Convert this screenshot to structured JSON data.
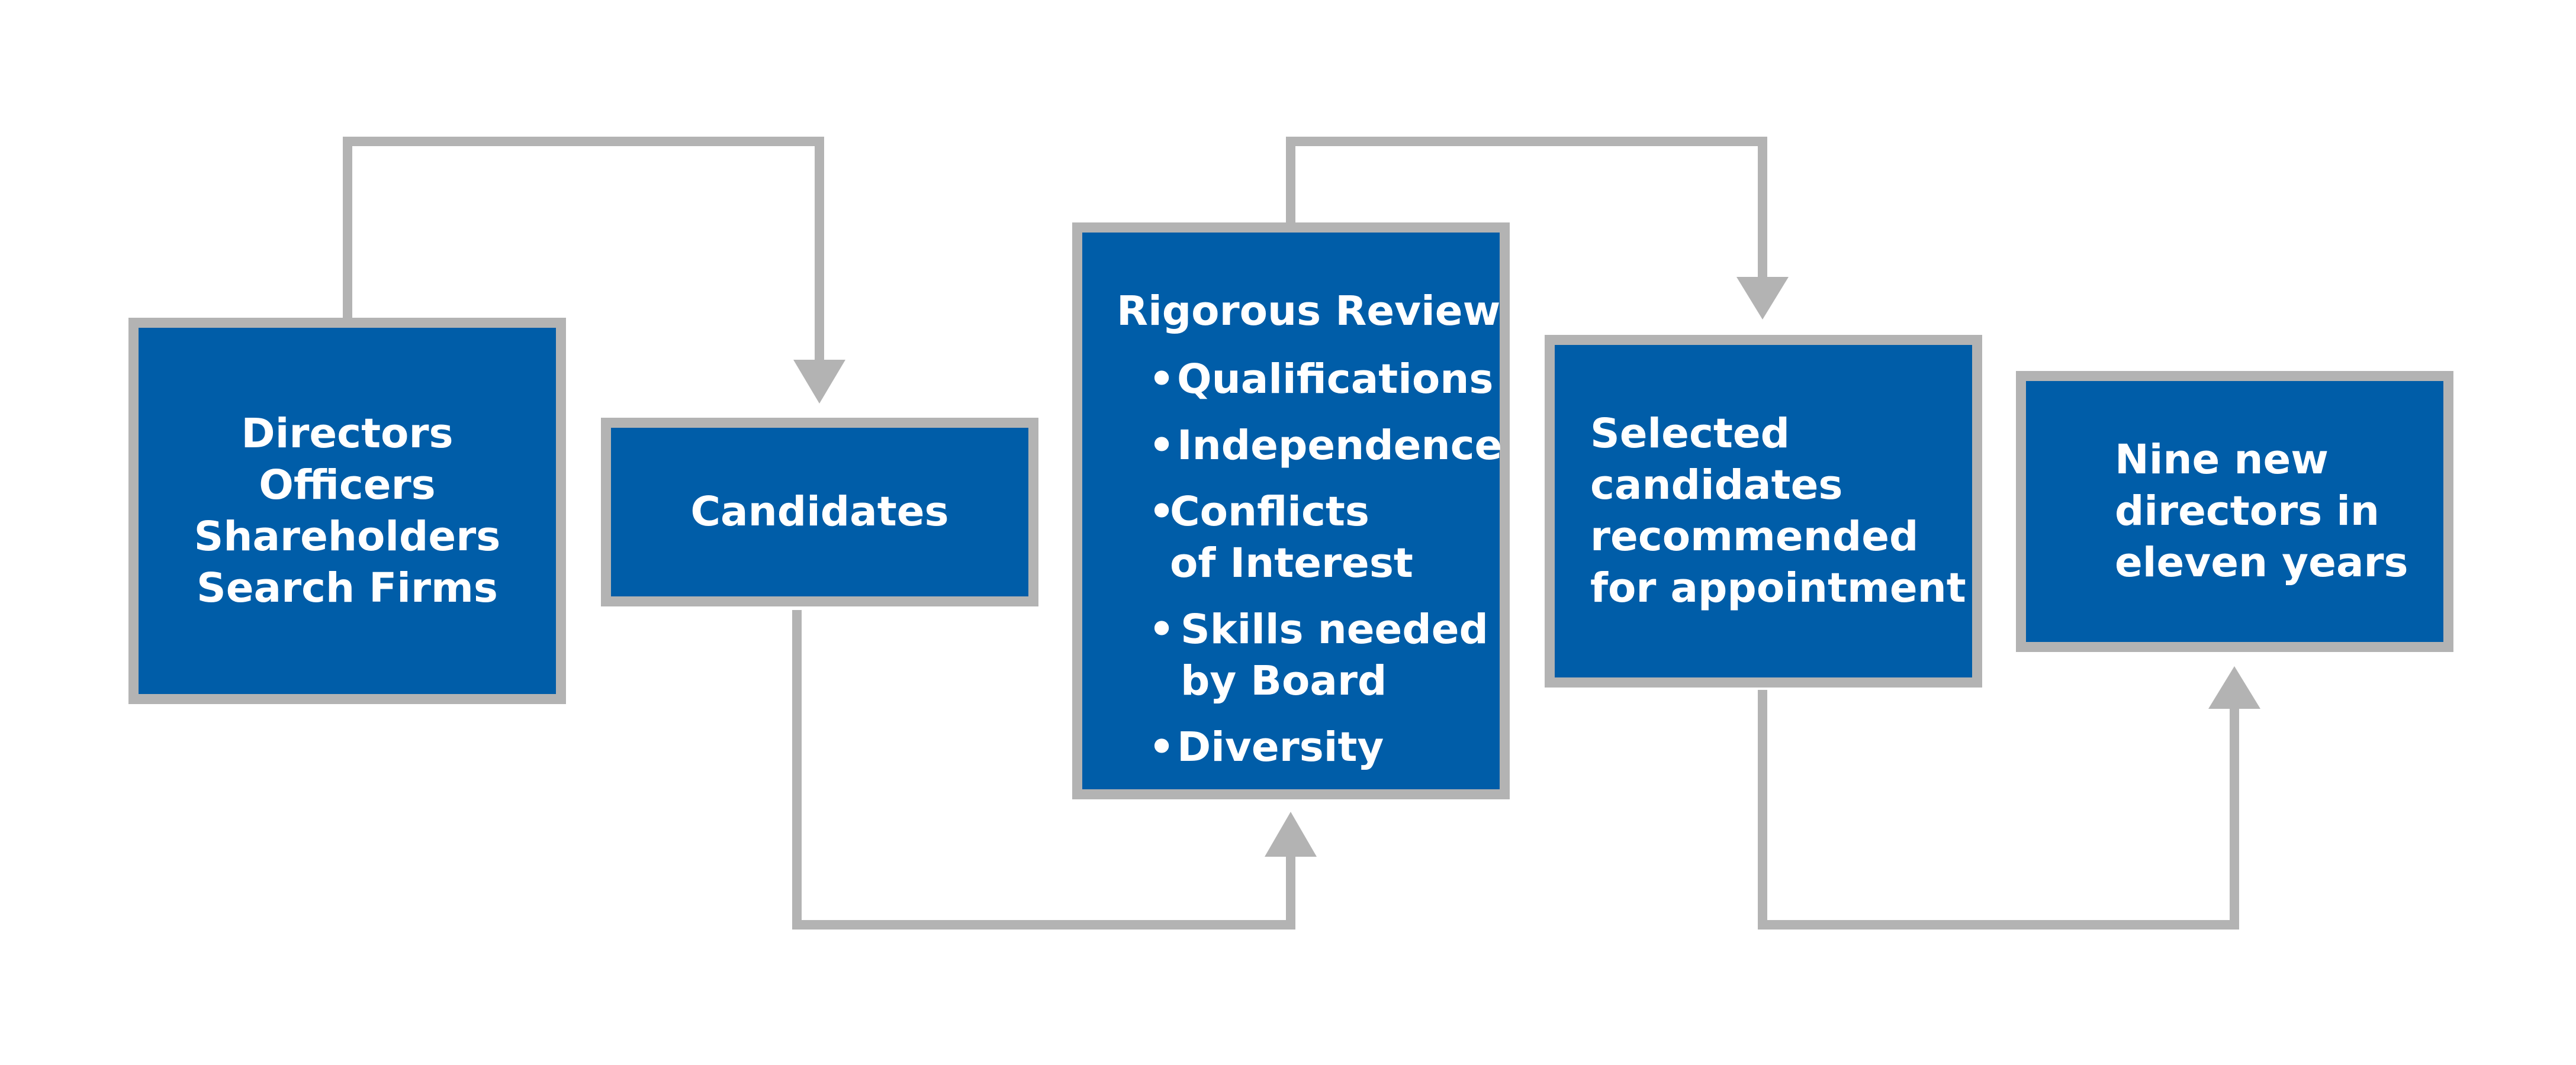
{
  "colors": {
    "box_fill": "#005da8",
    "box_border": "#b3b3b3",
    "connector": "#b3b3b3",
    "text": "#ffffff",
    "background": "#ffffff"
  },
  "boxes": {
    "sources": {
      "lines": [
        "Directors",
        "Officers",
        "Shareholders",
        "Search Firms"
      ]
    },
    "candidates": {
      "label": "Candidates"
    },
    "review": {
      "title": "Rigorous Review",
      "bullet_glyph": "•",
      "items": [
        {
          "line1": "Qualifications",
          "line2": ""
        },
        {
          "line1": "Independence",
          "line2": ""
        },
        {
          "line1": "Conflicts",
          "line2": "of Interest"
        },
        {
          "line1": "Skills needed",
          "line2": "by Board"
        },
        {
          "line1": "Diversity",
          "line2": ""
        }
      ]
    },
    "selected": {
      "lines": [
        "Selected",
        "candidates",
        "recommended",
        "for appointment"
      ]
    },
    "nine": {
      "lines": [
        "Nine new",
        "directors in",
        "eleven years"
      ]
    }
  },
  "connectors": [
    {
      "from": "sources",
      "to": "candidates"
    },
    {
      "from": "candidates",
      "to": "review"
    },
    {
      "from": "review",
      "to": "selected"
    },
    {
      "from": "selected",
      "to": "nine"
    }
  ]
}
